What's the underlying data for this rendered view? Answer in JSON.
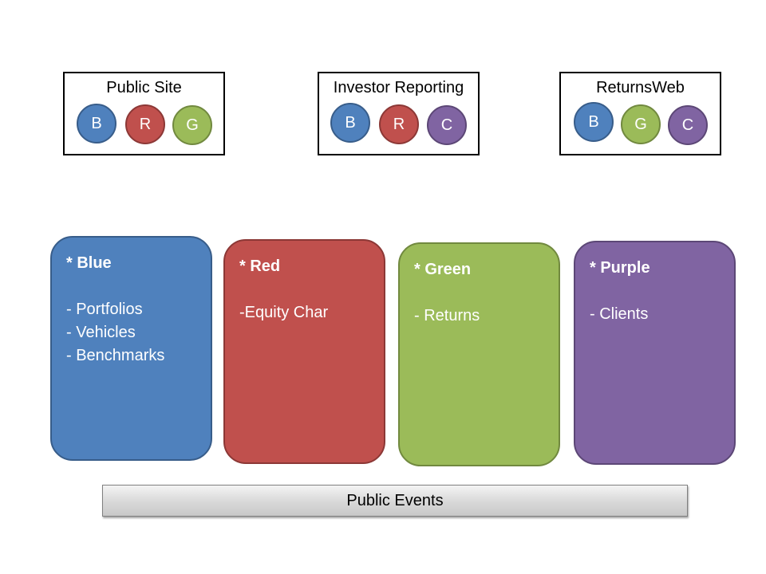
{
  "colors": {
    "blue": "#4F81BD",
    "blue_border": "#385D8A",
    "red": "#C0504D",
    "red_border": "#8C3836",
    "green": "#9BBB59",
    "green_border": "#71893F",
    "purple": "#8064A2",
    "purple_border": "#5C4776"
  },
  "apps": [
    {
      "title": "Public Site",
      "circles": [
        {
          "letter": "B",
          "color": "blue"
        },
        {
          "letter": "R",
          "color": "red"
        },
        {
          "letter": "G",
          "color": "green"
        }
      ]
    },
    {
      "title": "Investor Reporting",
      "circles": [
        {
          "letter": "B",
          "color": "blue"
        },
        {
          "letter": "R",
          "color": "red"
        },
        {
          "letter": "C",
          "color": "purple"
        }
      ]
    },
    {
      "title": "ReturnsWeb",
      "circles": [
        {
          "letter": "B",
          "color": "blue"
        },
        {
          "letter": "G",
          "color": "green"
        },
        {
          "letter": "C",
          "color": "purple"
        }
      ]
    }
  ],
  "contexts": [
    {
      "heading": "* Blue",
      "color": "blue",
      "items": [
        "- Portfolios",
        "- Vehicles",
        "- Benchmarks"
      ]
    },
    {
      "heading": "* Red",
      "color": "red",
      "items": [
        "-Equity Char"
      ]
    },
    {
      "heading": "* Green",
      "color": "green",
      "items": [
        "- Returns"
      ]
    },
    {
      "heading": "* Purple",
      "color": "purple",
      "items": [
        "- Clients"
      ]
    }
  ],
  "events_bar": {
    "label": "Public Events"
  }
}
